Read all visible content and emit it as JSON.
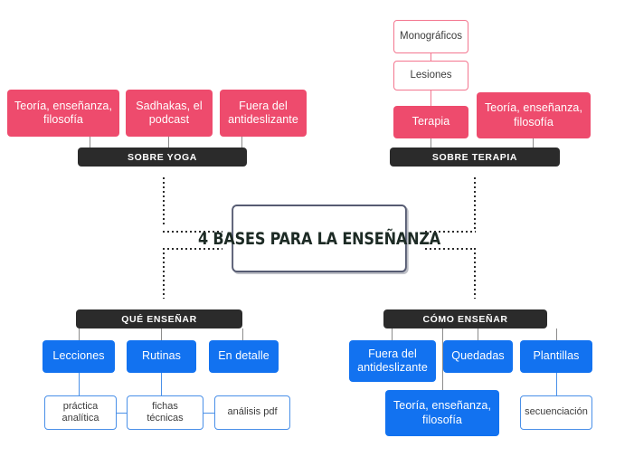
{
  "diagram": {
    "title": "4 BASES PARA LA ENSEÑANZA",
    "colors": {
      "pink": "#ee4b6d",
      "pink_outline": "#f3768f",
      "blue": "#1272f0",
      "blue_outline": "#4a90e8",
      "bar_dark": "#2b2b2b",
      "center_border": "#565b72",
      "connector_gray": "#8c8c8c",
      "background": "#ffffff"
    },
    "branches": [
      {
        "id": "sobre-yoga",
        "header": "SOBRE YOGA",
        "position": "top-left",
        "nodes": [
          {
            "label": "Teoría, enseñanza, filosofía",
            "style": "pink-filled"
          },
          {
            "label": "Sadhakas, el podcast",
            "style": "pink-filled"
          },
          {
            "label": "Fuera del antideslizante",
            "style": "pink-filled"
          }
        ]
      },
      {
        "id": "sobre-terapia",
        "header": "SOBRE TERAPIA",
        "position": "top-right",
        "nodes": [
          {
            "label": "Terapia",
            "style": "pink-filled"
          },
          {
            "label": "Lesiones",
            "style": "pink-outline"
          },
          {
            "label": "Monográficos",
            "style": "pink-outline"
          },
          {
            "label": "Teoría, enseñanza, filosofía",
            "style": "pink-filled"
          }
        ]
      },
      {
        "id": "que-ensenar",
        "header": "QUÉ ENSEÑAR",
        "position": "bottom-left",
        "nodes": [
          {
            "label": "Lecciones",
            "style": "blue-filled"
          },
          {
            "label": "Rutinas",
            "style": "blue-filled"
          },
          {
            "label": "En detalle",
            "style": "blue-filled"
          },
          {
            "label": "práctica analítica",
            "style": "blue-outline"
          },
          {
            "label": "fichas técnicas",
            "style": "blue-outline"
          },
          {
            "label": "análisis pdf",
            "style": "blue-outline"
          }
        ]
      },
      {
        "id": "como-ensenar",
        "header": "CÓMO ENSEÑAR",
        "position": "bottom-right",
        "nodes": [
          {
            "label": "Fuera del antideslizante",
            "style": "blue-filled"
          },
          {
            "label": "Quedadas",
            "style": "blue-filled"
          },
          {
            "label": "Plantillas",
            "style": "blue-filled"
          },
          {
            "label": "Teoría, enseñanza, filosofía",
            "style": "blue-filled"
          },
          {
            "label": "secuenciación",
            "style": "blue-outline"
          }
        ]
      }
    ]
  },
  "nodes": {
    "yoga_teoria": "Teoría, enseñanza, filosofía",
    "yoga_sadhakas": "Sadhakas, el podcast",
    "yoga_fuera": "Fuera del antideslizante",
    "yoga_header": "SOBRE YOGA",
    "terapia_monograficos": "Monográficos",
    "terapia_lesiones": "Lesiones",
    "terapia_terapia": "Terapia",
    "terapia_teoria": "Teoría, enseñanza, filosofía",
    "terapia_header": "SOBRE TERAPIA",
    "center_title": "4 BASES PARA LA ENSEÑANZA",
    "que_header": "QUÉ ENSEÑAR",
    "que_lecciones": "Lecciones",
    "que_rutinas": "Rutinas",
    "que_endetalle": "En detalle",
    "que_practica": "práctica analítica",
    "que_fichas": "fichas técnicas",
    "que_analisis": "análisis pdf",
    "como_header": "CÓMO ENSEÑAR",
    "como_fuera": "Fuera del antideslizante",
    "como_quedadas": "Quedadas",
    "como_plantillas": "Plantillas",
    "como_teoria": "Teoría, enseñanza, filosofía",
    "como_secuenciacion": "secuenciación"
  }
}
